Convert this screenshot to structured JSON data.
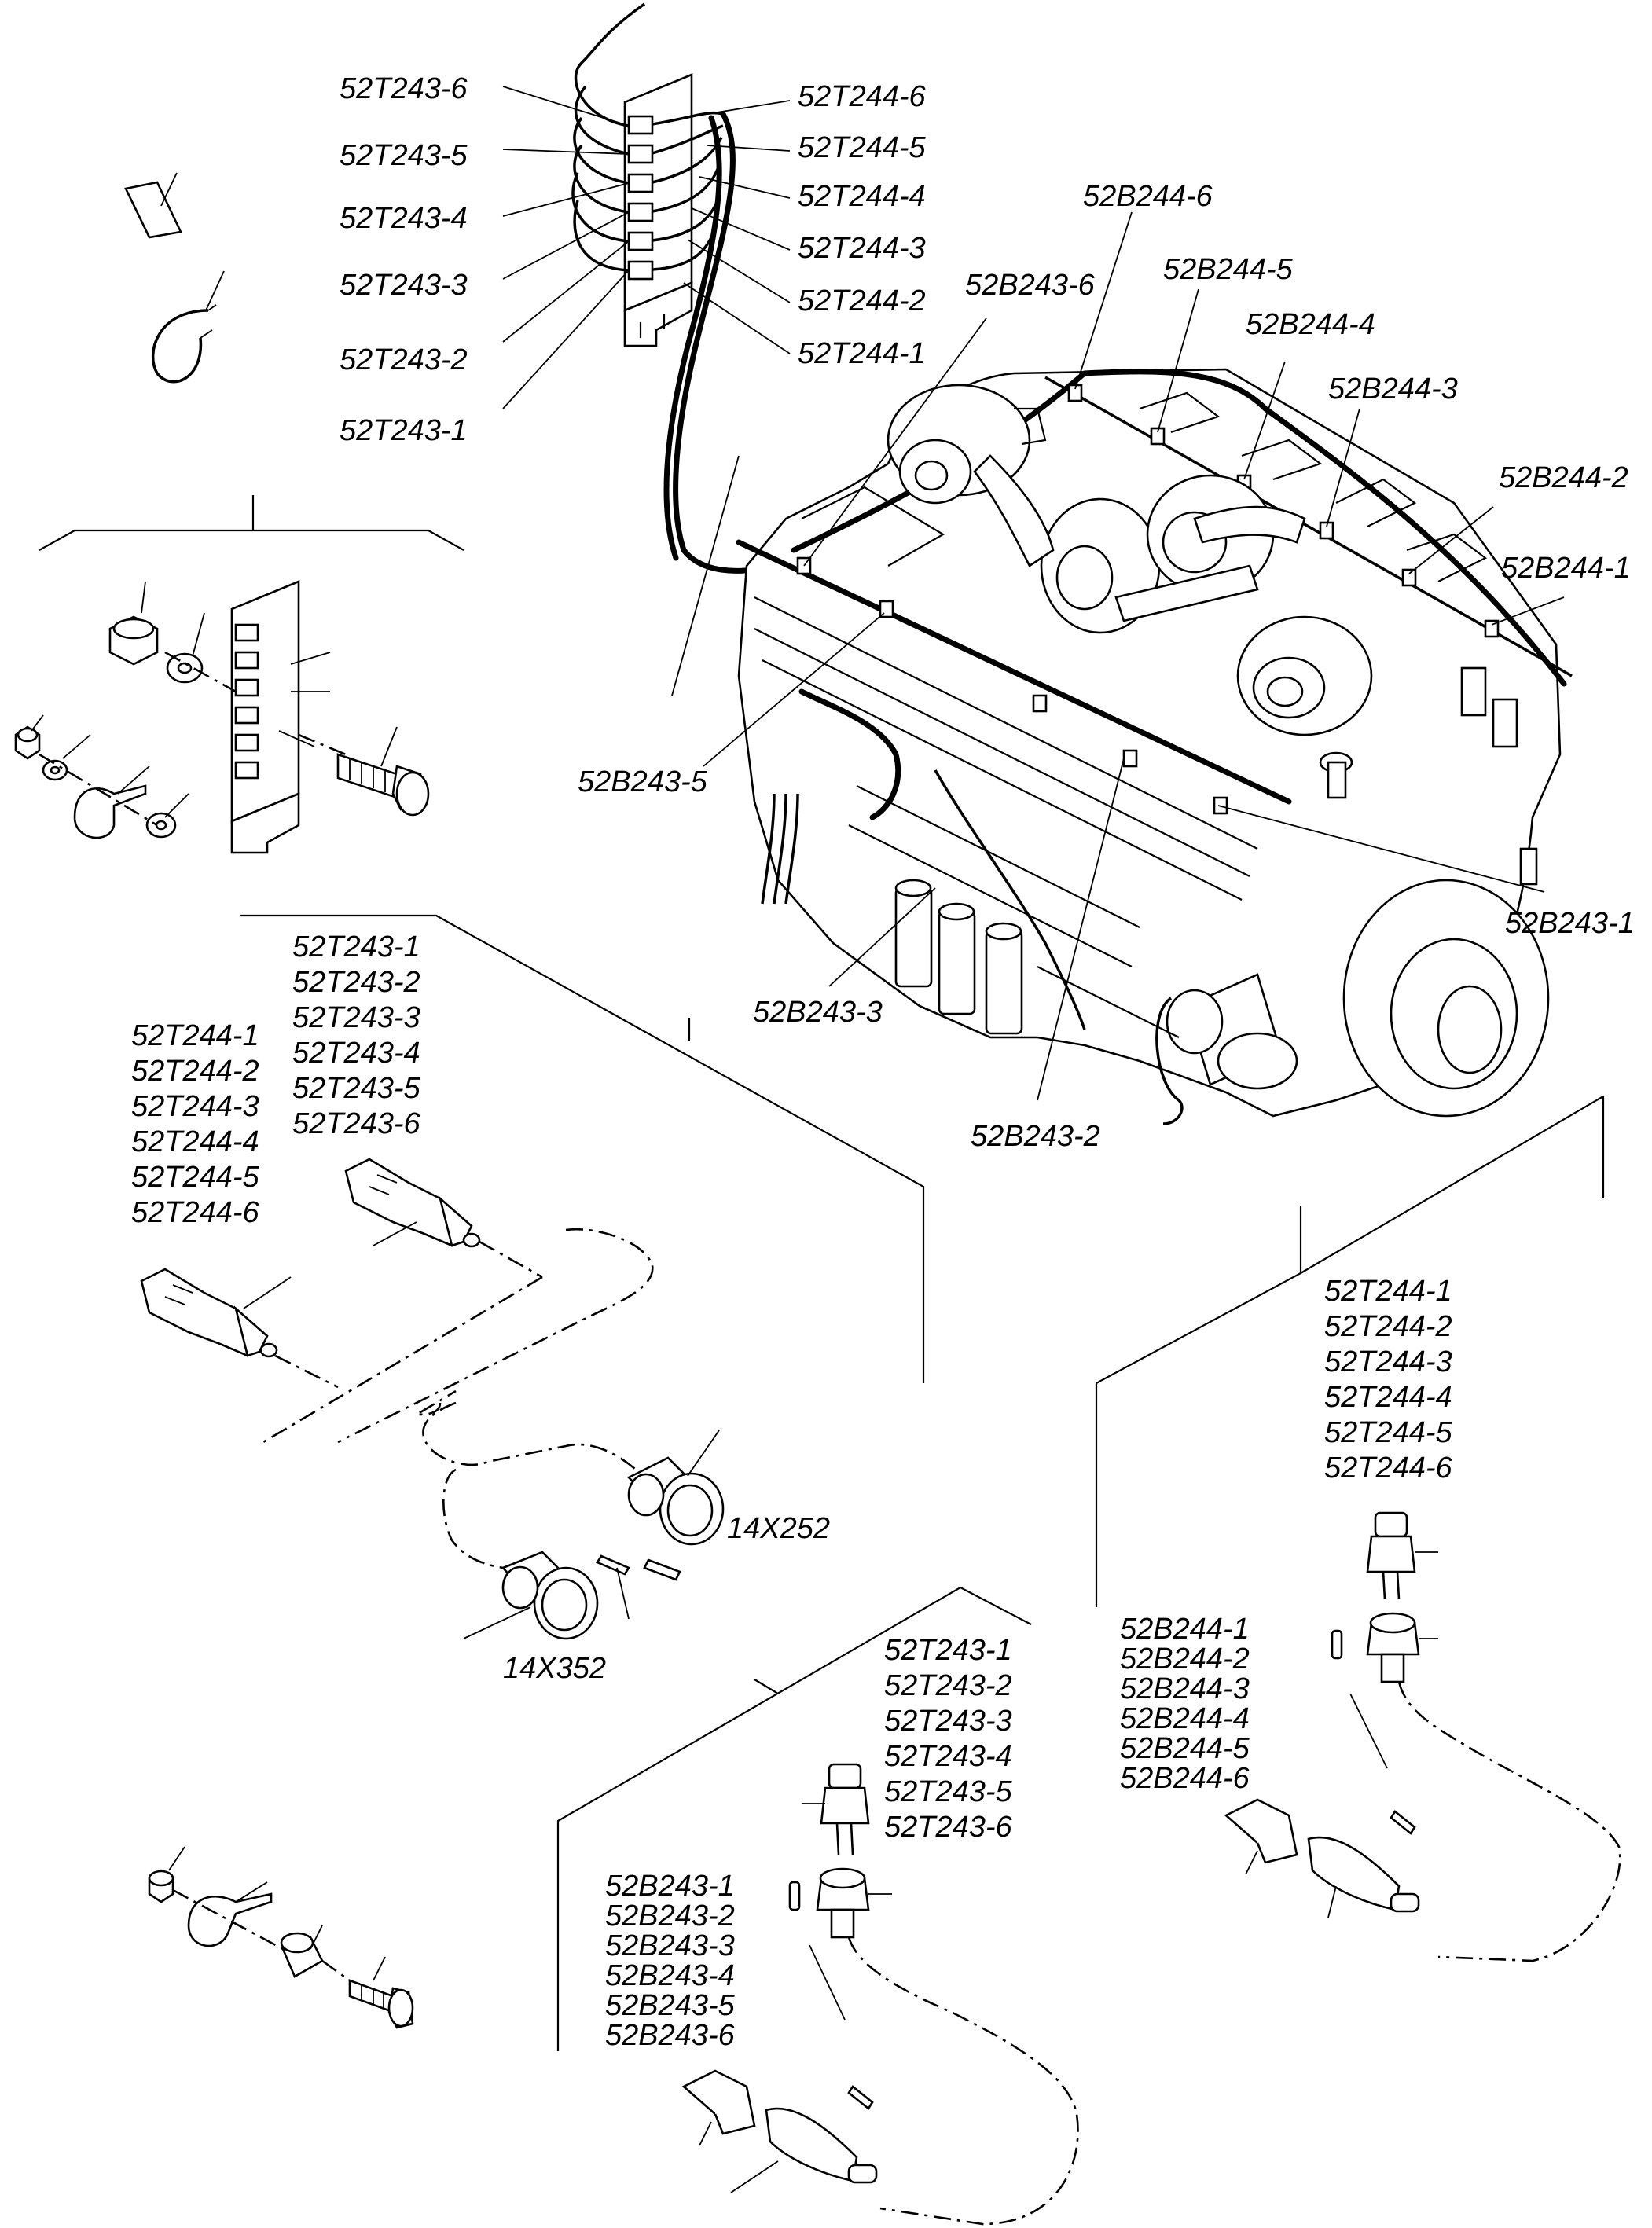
{
  "colors": {
    "ink": "#000000",
    "paper": "#ffffff"
  },
  "top_harness": {
    "left_labels": [
      "52T243-6",
      "52T243-5",
      "52T243-4",
      "52T243-3",
      "52T243-2",
      "52T243-1"
    ],
    "right_labels": [
      "52T244-6",
      "52T244-5",
      "52T244-4",
      "52T244-3",
      "52T244-2",
      "52T244-1"
    ]
  },
  "engine": {
    "b244_labels": [
      "52B244-6",
      "52B244-5",
      "52B244-4",
      "52B244-3",
      "52B244-2",
      "52B244-1"
    ],
    "b243_labels": {
      "b6": "52B243-6",
      "b5": "52B243-5",
      "b3": "52B243-3",
      "b2": "52B243-2",
      "b1": "52B243-1"
    }
  },
  "harness_detail": {
    "t243_list": [
      "52T243-1",
      "52T243-2",
      "52T243-3",
      "52T243-4",
      "52T243-5",
      "52T243-6"
    ],
    "t244_list": [
      "52T244-1",
      "52T244-2",
      "52T244-3",
      "52T244-4",
      "52T244-5",
      "52T244-6"
    ],
    "connector_a": "14X252",
    "connector_b": "14X352"
  },
  "right_detail": {
    "t244_list": [
      "52T244-1",
      "52T244-2",
      "52T244-3",
      "52T244-4",
      "52T244-5",
      "52T244-6"
    ],
    "b244_list": [
      "52B244-1",
      "52B244-2",
      "52B244-3",
      "52B244-4",
      "52B244-5",
      "52B244-6"
    ]
  },
  "bottom_detail": {
    "t243_list": [
      "52T243-1",
      "52T243-2",
      "52T243-3",
      "52T243-4",
      "52T243-5",
      "52T243-6"
    ],
    "b243_list": [
      "52B243-1",
      "52B243-2",
      "52B243-3",
      "52B243-4",
      "52B243-5",
      "52B243-6"
    ]
  }
}
